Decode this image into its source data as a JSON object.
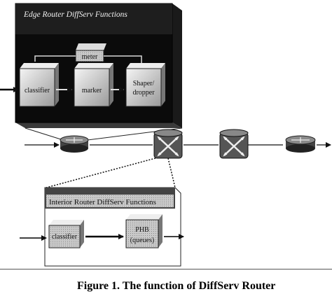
{
  "edge_panel": {
    "title": "Edge Router DiffServ Functions",
    "meter": "meter",
    "classifier": "classifier",
    "marker": "marker",
    "shaper_line1": "Shaper/",
    "shaper_line2": "dropper"
  },
  "interior_panel": {
    "title": "Interior Router DiffServ Functions",
    "classifier": "classifier",
    "phb_line1": "PHB",
    "phb_line2": "(queues)"
  },
  "caption": "Figure 1. The function of DiffServ Router"
}
